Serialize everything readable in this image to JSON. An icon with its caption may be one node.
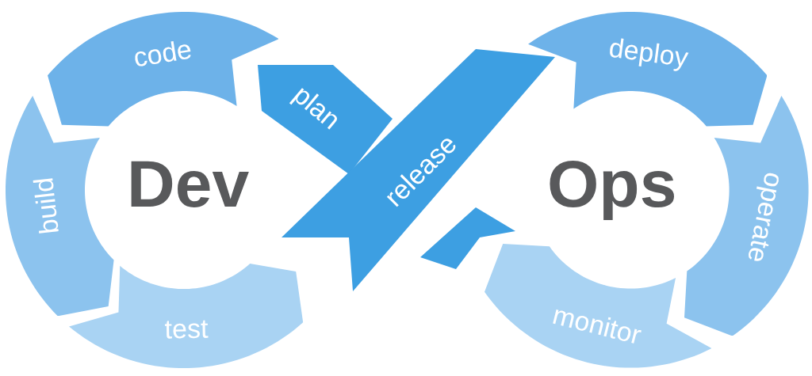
{
  "diagram": {
    "nodes": [
      {
        "text": [
          "plan"
        ]
      },
      {
        "text": [
          "code"
        ]
      },
      {
        "text": [
          "build"
        ]
      },
      {
        "text": [
          "test"
        ]
      },
      {
        "text": [
          "release"
        ]
      },
      {
        "text": [
          "deploy"
        ]
      },
      {
        "text": [
          "operate"
        ]
      },
      {
        "text": [
          "monitor"
        ]
      }
    ],
    "labels": [
      "Dev",
      "Ops"
    ]
  }
}
